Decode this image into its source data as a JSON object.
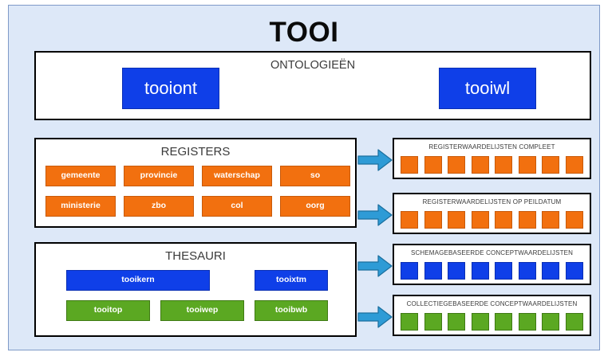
{
  "title": "TOOI",
  "theme": {
    "canvas_bg": "#dde8f8",
    "canvas_border": "#7f9ac8",
    "panel_bg": "#ffffff",
    "panel_border": "#000000",
    "blue": "#0f3fe8",
    "orange": "#f2700f",
    "green": "#5ba822",
    "arrow": "#2e9bd6"
  },
  "ontologieen": {
    "title": "ONTOLOGIEËN",
    "items": [
      {
        "label": "tooiont",
        "color": "blue"
      },
      {
        "label": "tooiwl",
        "color": "blue"
      }
    ]
  },
  "registers": {
    "title": "REGISTERS",
    "row1": [
      {
        "label": "gemeente",
        "color": "orange"
      },
      {
        "label": "provincie",
        "color": "orange"
      },
      {
        "label": "waterschap",
        "color": "orange"
      },
      {
        "label": "so",
        "color": "orange"
      }
    ],
    "row2": [
      {
        "label": "ministerie",
        "color": "orange"
      },
      {
        "label": "zbo",
        "color": "orange"
      },
      {
        "label": "col",
        "color": "orange"
      },
      {
        "label": "oorg",
        "color": "orange"
      }
    ]
  },
  "thesauri": {
    "title": "THESAURI",
    "row1": [
      {
        "label": "tooikern",
        "color": "blue"
      },
      {
        "label": "tooixtm",
        "color": "blue"
      }
    ],
    "row2": [
      {
        "label": "tooitop",
        "color": "green"
      },
      {
        "label": "tooiwep",
        "color": "green"
      },
      {
        "label": "tooibwb",
        "color": "green"
      }
    ]
  },
  "lists": [
    {
      "id": "rwl-compleet",
      "title": "REGISTERWAARDELIJSTEN COMPLEET",
      "color": "orange",
      "count": 8,
      "arrow_name": "arrow-registers-to-compleet"
    },
    {
      "id": "rwl-peildatum",
      "title": "REGISTERWAARDELIJSTEN OP PEILDATUM",
      "color": "orange",
      "count": 8,
      "arrow_name": "arrow-registers-to-peildatum"
    },
    {
      "id": "cwl-schema",
      "title": "SCHEMAGEBASEERDE CONCEPTWAARDELIJSTEN",
      "color": "blue",
      "count": 8,
      "arrow_name": "arrow-thesauri-to-schema"
    },
    {
      "id": "cwl-collectie",
      "title": "COLLECTIEGEBASEERDE CONCEPTWAARDELIJSTEN",
      "color": "green",
      "count": 8,
      "arrow_name": "arrow-thesauri-to-collectie"
    }
  ]
}
